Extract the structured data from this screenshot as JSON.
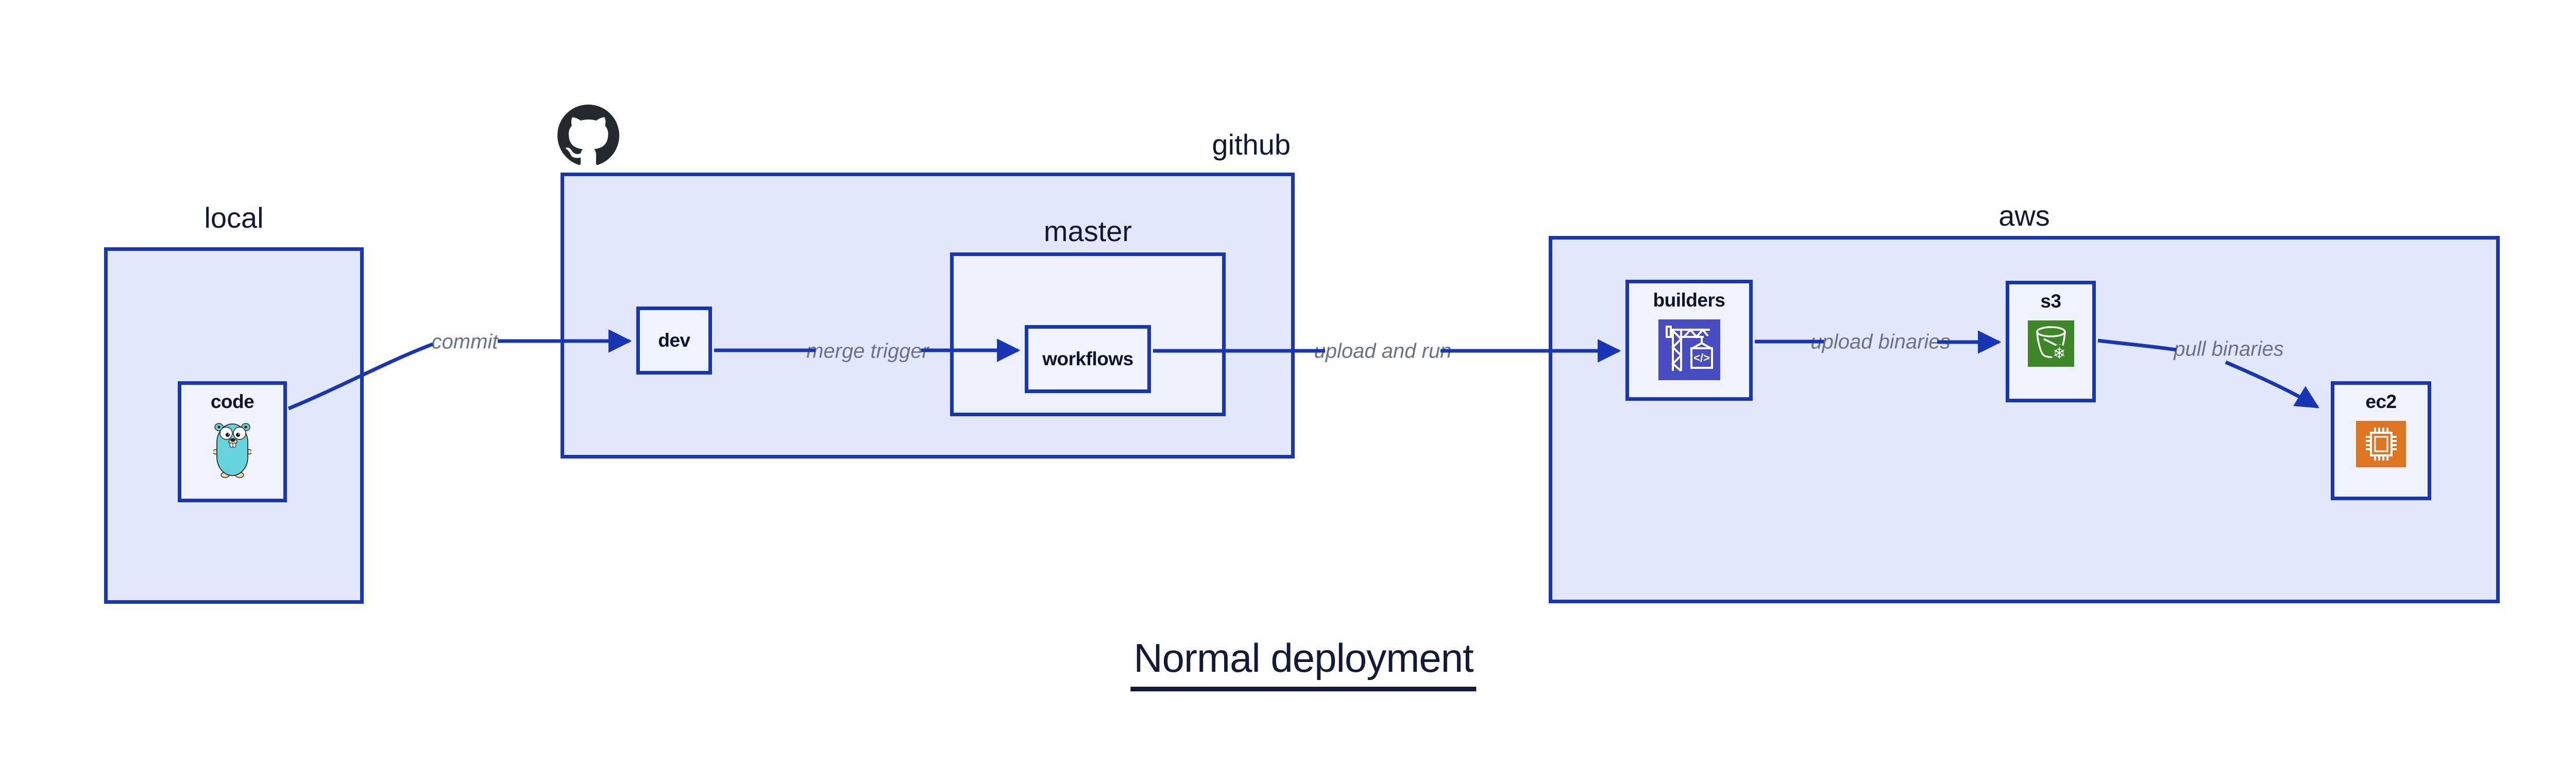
{
  "title": "Normal deployment",
  "colors": {
    "box_border": "#1736b6",
    "arrow": "#1736b6",
    "group_fill": "#e2e8fa",
    "inner_group_fill": "#edf1fb",
    "node_fill": "#f0f3fd",
    "heading_text": "#101833",
    "node_label_text": "#0c142e",
    "edge_label_text": "#6b7383",
    "title_text": "#131a38",
    "github_logo": "#24292f",
    "gopher_body": "#66d3dc",
    "codebuild_icon_bg": "#474dc0",
    "s3_icon_bg": "#3e8727",
    "ec2_icon_bg": "#dd7522"
  },
  "groups": {
    "local": {
      "label": "local"
    },
    "github": {
      "label": "github"
    },
    "master": {
      "label": "master"
    },
    "aws": {
      "label": "aws"
    }
  },
  "nodes": {
    "code": {
      "label": "code",
      "icon": "go-gopher-icon"
    },
    "dev": {
      "label": "dev"
    },
    "workflows": {
      "label": "workflows"
    },
    "builders": {
      "label": "builders",
      "icon": "codebuild-crane-icon"
    },
    "s3": {
      "label": "s3",
      "icon": "s3-bucket-icon"
    },
    "ec2": {
      "label": "ec2",
      "icon": "ec2-chip-icon"
    }
  },
  "edges": {
    "commit": {
      "label": "commit",
      "from": "code",
      "to": "dev"
    },
    "merge_trigger": {
      "label": "merge trigger",
      "from": "dev",
      "to": "workflows"
    },
    "upload_and_run": {
      "label": "upload and run",
      "from": "workflows",
      "to": "builders"
    },
    "upload_binaries": {
      "label": "upload binaries",
      "from": "builders",
      "to": "s3"
    },
    "pull_binaries": {
      "label": "pull binaries",
      "from": "s3",
      "to": "ec2"
    }
  },
  "icon_glyphs": {
    "codebuild_code": "</>",
    "s3_snowflake": "❄"
  }
}
